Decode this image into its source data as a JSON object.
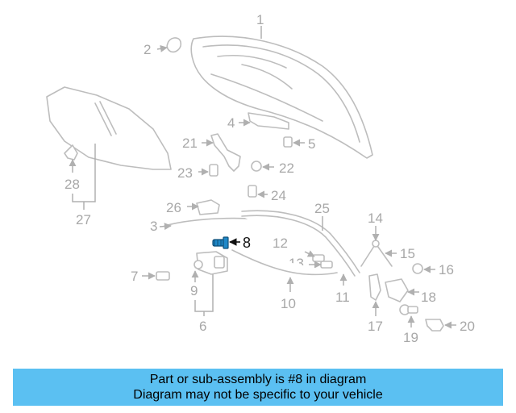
{
  "diagram": {
    "highlight_part": "8",
    "highlight_color": "#1e88c8",
    "callouts": [
      "1",
      "2",
      "3",
      "4",
      "5",
      "6",
      "7",
      "8",
      "9",
      "10",
      "11",
      "12",
      "13",
      "14",
      "15",
      "16",
      "17",
      "18",
      "19",
      "20",
      "21",
      "22",
      "23",
      "24",
      "25",
      "26",
      "27",
      "28"
    ]
  },
  "banner": {
    "line1": "Part or sub-assembly is #8 in diagram",
    "line2": "Diagram may not be specific to your vehicle",
    "background": "#5bc0f2"
  }
}
